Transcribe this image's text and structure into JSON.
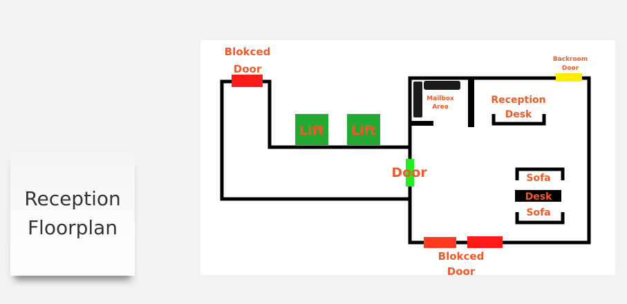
{
  "note": {
    "title_line1": "Reception",
    "title_line2": "Floorplan"
  },
  "labels": {
    "blocked_top_1": "Blokced",
    "blocked_top_2": "Door",
    "backroom_1": "Backroom",
    "backroom_2": "Door",
    "mailbox_1": "Mailbox",
    "mailbox_2": "Area",
    "reception_1": "Reception",
    "reception_2": "Desk",
    "lift_1": "Lift",
    "lift_2": "Lift",
    "door": "Door",
    "sofa_top": "Sofa",
    "desk": "Desk",
    "sofa_bottom": "Sofa",
    "blocked_bottom_1": "Blokced",
    "blocked_bottom_2": "Door"
  },
  "colors": {
    "wall": "#000000",
    "blocked": "#ff1a1a",
    "blocked_alt": "#ff3b1f",
    "backroom": "#ffee00",
    "lift": "#22aa33",
    "door": "#22ee22",
    "label": "#f05a28"
  }
}
